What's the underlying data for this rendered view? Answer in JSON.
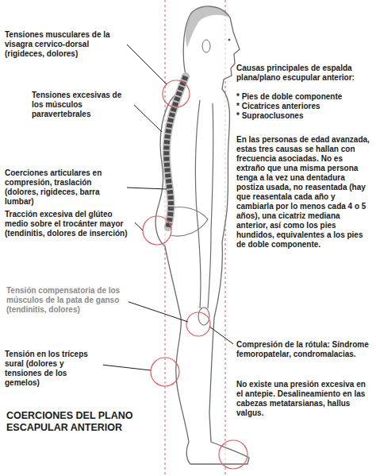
{
  "diagram": {
    "title": "COERCIONES DEL PLANO ESCAPULAR ANTERIOR",
    "labels": [
      "Tensiones musculares de la visagra cervico-dorsal (rigideces, dolores)",
      "Tensiones excesivas de los músculos paravertebrales",
      "Coerciones articulares en compresión, traslación (dolores, rigideces, barra lumbar)",
      "Tracción excesiva del glúteo medio sobre el trocánter mayor (tendinitis, dolores de inserción)",
      "Tensión compensatoria de los músculos de la pata de ganso (tendinitis, dolores)",
      "Tensión en los tríceps sural (dolores y tensiones de los gemelos)",
      "Causas principales de espalda plana/plano escupular anterior:",
      "* Pies de doble componente",
      "* Cicatrices anteriores",
      "* Supraoclusones",
      "En las personas de edad avanzada, estas tres causas se hallan con frecuencia asociadas. No es extraño que una misma persona tenga a la vez una dentadura postiza usada, no reasentada (hay que reasentala cada año y cambiarla por lo menos cada 4 o 5 años), una cicatriz mediana anterior, así como los pies hundidos, equivalentes a los pies de doble componente.",
      "Compresión de la rótula: Síndrome femoropatelar, condromalacias.",
      "No existe una presión excesiva en el antepie. Desalineamiento en las cabezas metatarsianas, hallus valgus."
    ]
  }
}
